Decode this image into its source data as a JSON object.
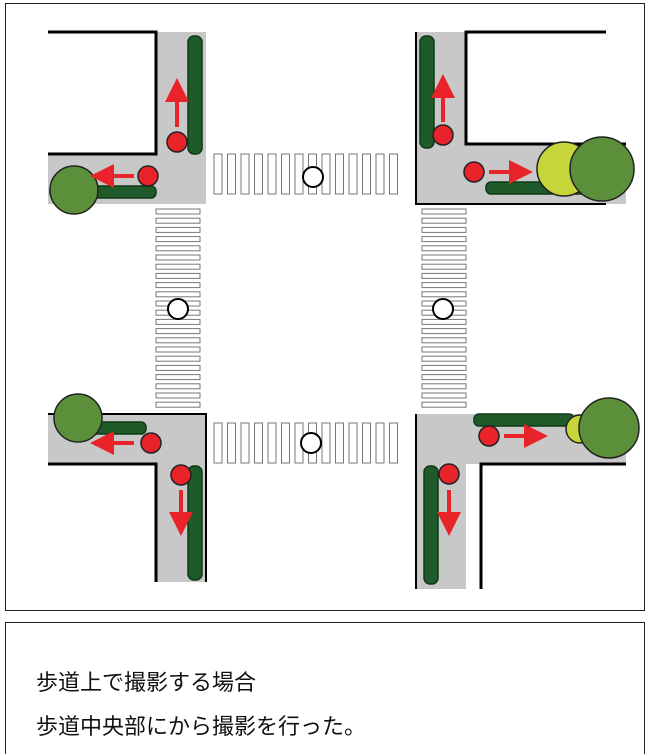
{
  "caption": {
    "line1": "歩道上で撮影する場合",
    "line2": "歩道中央部にから撮影を行った。"
  },
  "colors": {
    "sidewalk": "#c8c8c8",
    "building_line": "#000000",
    "hedge": "#1f5a2a",
    "hedge_dark": "#0d3a17",
    "tree": "#5c8f3a",
    "tree_light": "#c6d63a",
    "camera_point": "#e8232a",
    "direction_arrow": "#e8232a",
    "survey_point": "#ffffff",
    "crosswalk": "#ffffff"
  },
  "icons": {
    "camera_point": "red-circle",
    "direction": "red-arrow",
    "survey_point": "white-circle",
    "tree": "tree-canopy"
  }
}
